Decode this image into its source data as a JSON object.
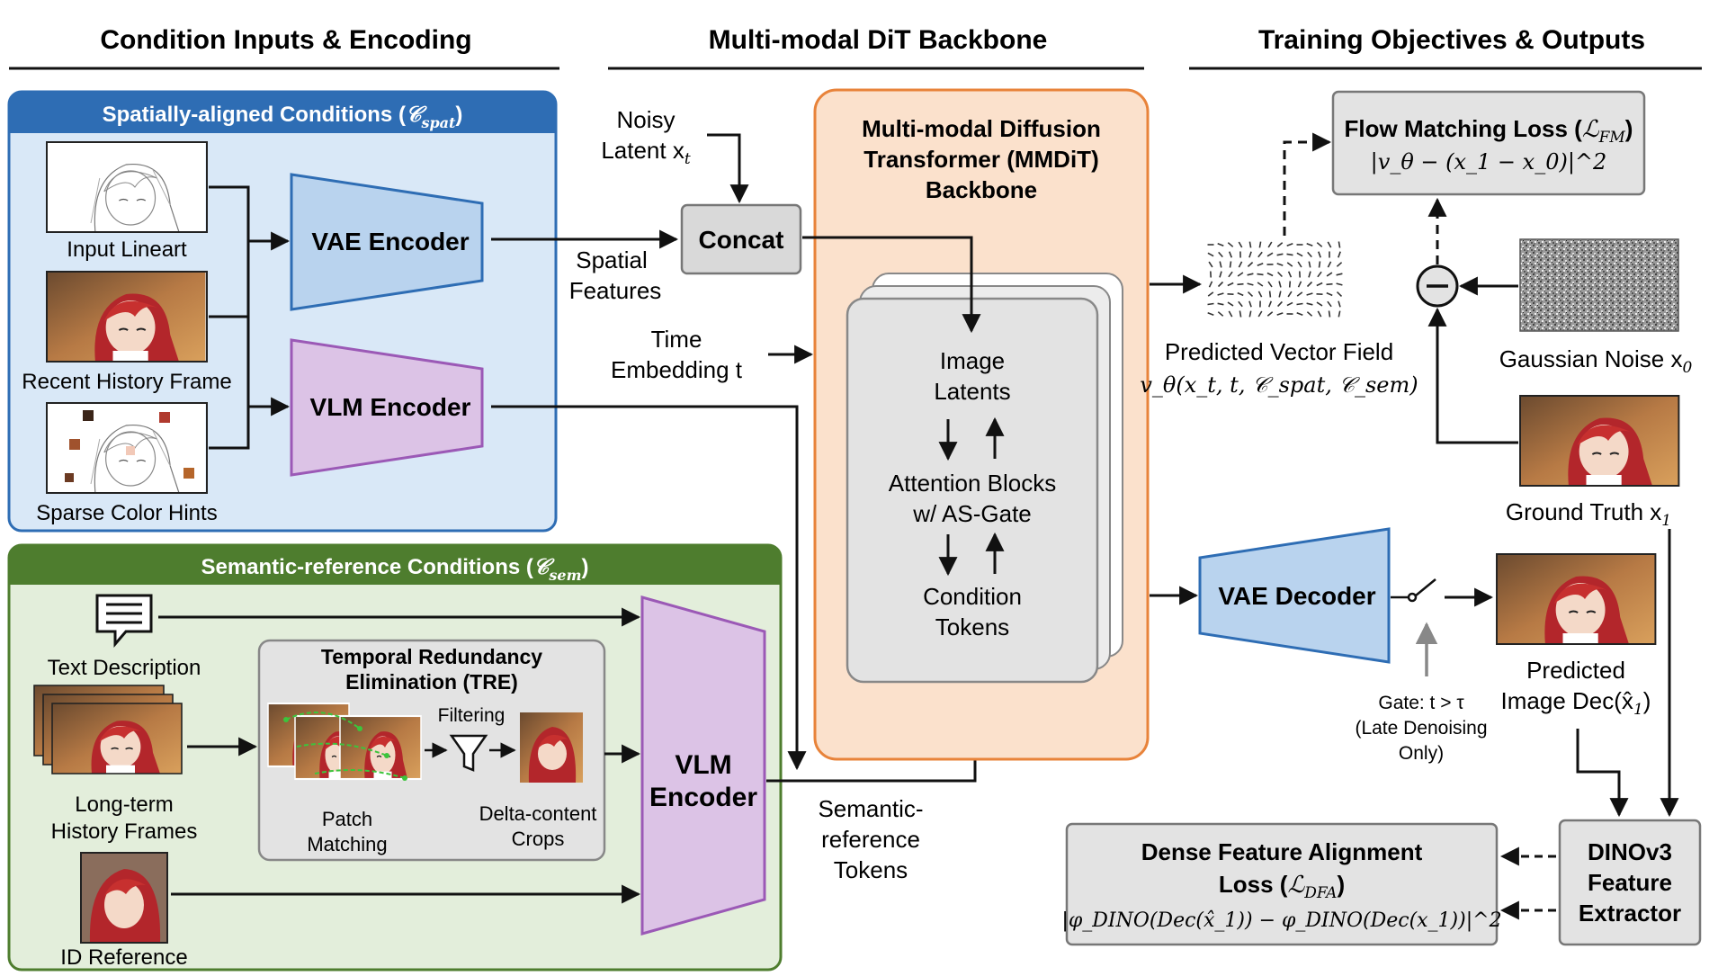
{
  "headers": {
    "left": "Condition Inputs & Encoding",
    "middle": "Multi-modal DiT Backbone",
    "right": "Training Objectives & Outputs"
  },
  "spatial_panel": {
    "title_text": "Spatially-aligned Conditions (",
    "title_math": "𝒞",
    "title_sub": "spat",
    "title_close": ")",
    "inputs": [
      "Input Lineart",
      "Recent History Frame",
      "Sparse Color Hints"
    ],
    "vae_encoder": "VAE Encoder",
    "vlm_encoder": "VLM Encoder"
  },
  "semantic_panel": {
    "title_text": "Semantic-reference Conditions (",
    "title_math": "𝒞",
    "title_sub": "sem",
    "title_close": ")",
    "text_description": "Text Description",
    "history_frames": [
      "Long-term",
      "History Frames"
    ],
    "id_reference": "ID Reference",
    "tre_title": [
      "Temporal Redundancy",
      "Elimination (TRE)"
    ],
    "filtering": "Filtering",
    "patch_matching": [
      "Patch",
      "Matching"
    ],
    "delta_crops": [
      "Delta-content",
      "Crops"
    ],
    "vlm_encoder": [
      "VLM",
      "Encoder"
    ]
  },
  "middle": {
    "noisy_latent": [
      "Noisy",
      "Latent x",
      "t"
    ],
    "concat": "Concat",
    "spatial_features": [
      "Spatial",
      "Features"
    ],
    "time_embedding": [
      "Time",
      "Embedding t"
    ],
    "semantic_tokens": [
      "Semantic-",
      "reference",
      "Tokens"
    ],
    "mmdit_title": [
      "Multi-modal Diffusion",
      "Transformer (MMDiT)",
      "Backbone"
    ],
    "image_latents": [
      "Image",
      "Latents"
    ],
    "attention_blocks": [
      "Attention Blocks",
      "w/ AS-Gate"
    ],
    "condition_tokens": [
      "Condition",
      "Tokens"
    ]
  },
  "right": {
    "flow_loss_title": "Flow Matching Loss (",
    "flow_loss_sym": "ℒ",
    "flow_loss_sub": "FM",
    "flow_loss_formula": "|v_θ − (x_1 − x_0)|^2",
    "vector_field_label": "Predicted Vector Field",
    "vector_field_formula": "v_θ(x_t, t, 𝒞_spat, 𝒞_sem)",
    "gaussian_noise": "Gaussian Noise x",
    "gaussian_noise_sub": "0",
    "ground_truth": "Ground Truth x",
    "ground_truth_sub": "1",
    "vae_decoder": "VAE Decoder",
    "gate": [
      "Gate: t > τ",
      "(Late Denoising",
      "Only)"
    ],
    "predicted_image": [
      "Predicted",
      "Image Dec(x̂",
      "1",
      ")"
    ],
    "dfa_title": [
      "Dense Feature Alignment",
      "Loss ("
    ],
    "dfa_sym": "ℒ",
    "dfa_sub": "DFA",
    "dfa_formula": "|φ_DINO(Dec(x̂_1)) − φ_DINO(Dec(x_1))|^2",
    "dino": [
      "DINOv3",
      "Feature",
      "Extractor"
    ]
  },
  "colors": {
    "blue_panel": "#d9e8f7",
    "blue_header": "#2e6db4",
    "green_panel": "#e3eedb",
    "green_header": "#4e7d2e",
    "orange_panel": "#fbe1cc",
    "orange_border": "#e8833a",
    "vae_blue": "#b9d3ee",
    "vlm_purple": "#dcc3e6",
    "gray_box": "#e3e3e3"
  }
}
